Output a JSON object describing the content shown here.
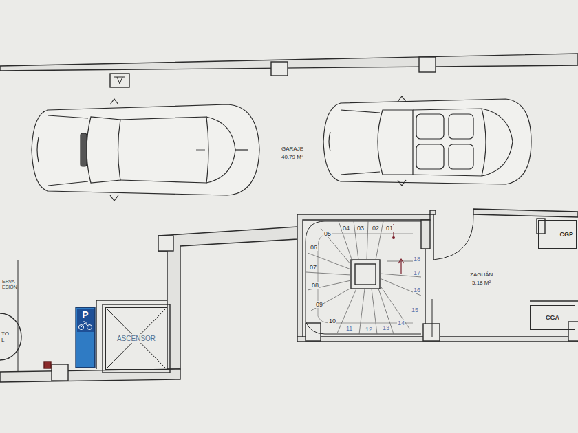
{
  "diagram": {
    "nodes": [
      {
        "text": [
          "ERVA ESIÓN"
        ]
      },
      {
        "text": [
          "TO L"
        ]
      },
      {
        "text": [
          "P"
        ]
      },
      {
        "text": [
          "ASCENSOR"
        ]
      },
      {
        "text": [
          "CGP"
        ]
      },
      {
        "text": [
          "CGA"
        ]
      }
    ],
    "labels": [
      "GARAJE",
      "40.79 M²",
      "ZAGUÁN",
      "5.18 M²",
      "01",
      "02",
      "03",
      "04",
      "05",
      "06",
      "07",
      "08",
      "09",
      "10",
      "11",
      "12",
      "13",
      "14",
      "15",
      "16",
      "17",
      "18"
    ]
  }
}
